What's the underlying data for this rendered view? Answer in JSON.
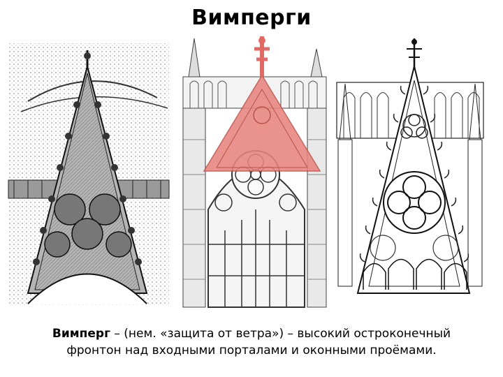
{
  "slide": {
    "title": "Вимперги",
    "caption": {
      "term": "Вимперг",
      "line1_rest": " – (нем. «защита от ветра») – высокий остроконечный",
      "line2": "фронтон над входными порталами и оконными проёмами."
    }
  },
  "illustrations": [
    {
      "icon": "gothic-wimperg-engraving-icon"
    },
    {
      "icon": "gothic-wimperg-highlighted-icon",
      "highlight_color": "#e8847e"
    },
    {
      "icon": "gothic-wimperg-line-drawing-icon"
    }
  ]
}
